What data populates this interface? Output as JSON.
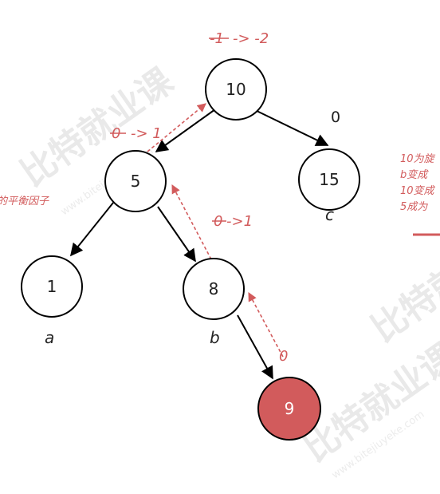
{
  "nodes": [
    {
      "id": "n10",
      "label": "10"
    },
    {
      "id": "n5",
      "label": "5"
    },
    {
      "id": "n15",
      "label": "15"
    },
    {
      "id": "n1",
      "label": "1"
    },
    {
      "id": "n8",
      "label": "8"
    },
    {
      "id": "n9",
      "label": "9",
      "highlighted": true
    }
  ],
  "subtree_labels": {
    "a": "a",
    "b": "b",
    "c": "c"
  },
  "balance_factors": {
    "n10": {
      "old": "-1",
      "new": "-> -2"
    },
    "n5": {
      "old": "0",
      "new": "-> 1"
    },
    "n8": {
      "old": "0",
      "new": "->1"
    },
    "n9": {
      "value": "0"
    },
    "n15": {
      "value": "0"
    }
  },
  "left_note": "的平衡因子",
  "right_notes": [
    "10为旋",
    "b变成",
    "10变成",
    "5成为"
  ],
  "watermark": {
    "brand": "比特就业课",
    "url": "www.bitejiuyeke.com"
  },
  "colors": {
    "accent": "#d25b5c",
    "edge": "#000000"
  }
}
